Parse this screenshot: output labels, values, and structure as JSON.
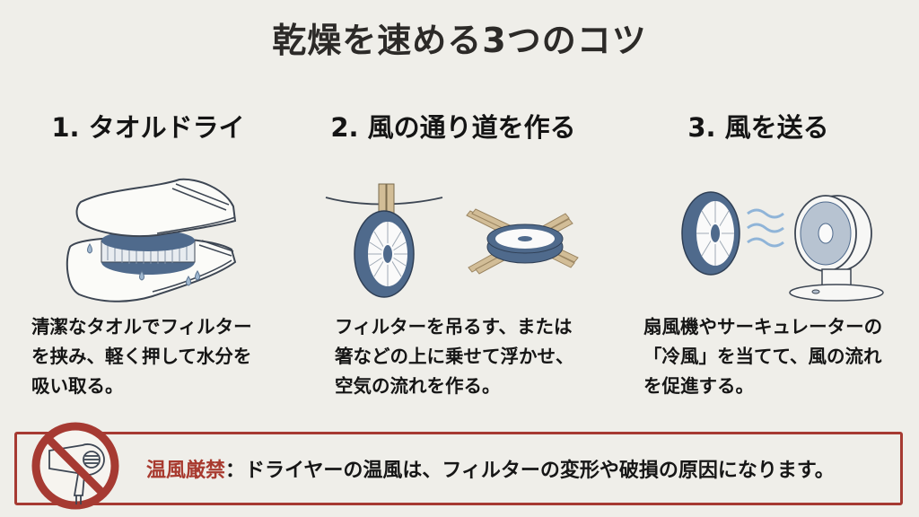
{
  "title": "乾燥を速める3つのコツ",
  "tips": [
    {
      "heading": "1. タオルドライ",
      "illustration": "towel-pressing-filter-icon",
      "description": "清潔なタオルでフィルター\nを挟み、軽く押して水分を\n吸い取る。"
    },
    {
      "heading": "2. 風の通り道を作る",
      "illustration": "hanging-and-raised-filter-icon",
      "description": "フィルターを吊るす、または\n箸などの上に乗せて浮かせ、\n空気の流れを作る。"
    },
    {
      "heading": "3. 風を送る",
      "illustration": "fan-blowing-filter-icon",
      "description": "扇風機やサーキュレーターの\n「冷風」を当てて、風の流れ\nを促進する。"
    }
  ],
  "warning": {
    "icon": "no-hair-dryer-icon",
    "label": "温風厳禁",
    "separator": "：",
    "text": "ドライヤーの温風は、フィルターの変形や破損の原因になります。"
  },
  "colors": {
    "background": "#efeee9",
    "filter_blue": "#4f6a8c",
    "water_drop": "#9fb7cf",
    "wood": "#d2bd97",
    "warning_red": "#a63a32"
  }
}
